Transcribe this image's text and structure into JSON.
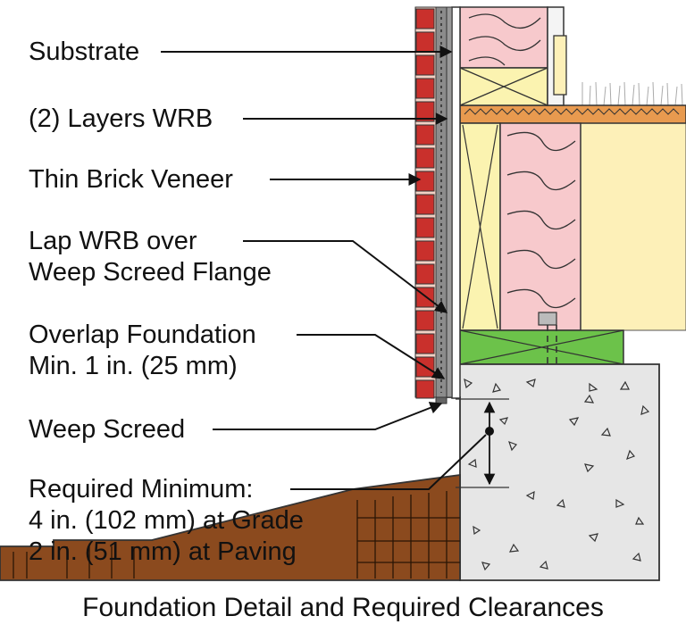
{
  "labels": {
    "substrate": "Substrate",
    "wrb": "(2) Layers WRB",
    "thin_brick": "Thin Brick Veneer",
    "lap_wrb_1": "Lap WRB over",
    "lap_wrb_2": "Weep Screed Flange",
    "overlap_1": "Overlap Foundation",
    "overlap_2": "Min. 1 in. (25 mm)",
    "weep_screed": "Weep Screed",
    "req_1": "Required Minimum:",
    "req_2": "4 in. (102 mm) at Grade",
    "req_3": "2 in. (51 mm) at Paving"
  },
  "caption": "Foundation Detail and Required Clearances",
  "colors": {
    "brick": "#c9302c",
    "mortar": "#f2d0c4",
    "insulation": "#f7c9cc",
    "framing": "#fbf3b0",
    "sill_plate": "#6cc24a",
    "subfloor": "#e89a4f",
    "floor": "#fdf0b8",
    "concrete": "#e6e6e6",
    "soil": "#8b4a1e",
    "lawn": "#c8c8c8"
  }
}
